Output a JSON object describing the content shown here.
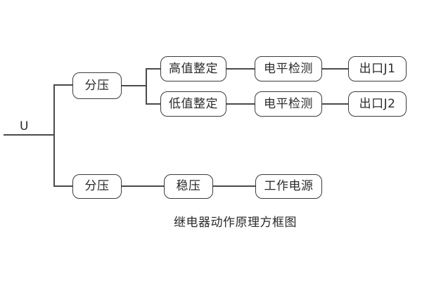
{
  "diagram": {
    "caption": "继电器动作原理方框图",
    "input": {
      "label": "U",
      "name": "input-voltage"
    },
    "colors": {
      "background": "#ffffff",
      "border": "#3b3b3b",
      "wire": "#4a4a4a",
      "text": "#2b2b2b"
    },
    "nodes": [
      {
        "id": "divider-measure",
        "label": "分压"
      },
      {
        "id": "high-setting",
        "label": "高值整定"
      },
      {
        "id": "low-setting",
        "label": "低值整定"
      },
      {
        "id": "level-detect-high",
        "label": "电平检测"
      },
      {
        "id": "level-detect-low",
        "label": "电平检测"
      },
      {
        "id": "output-j1",
        "label": "出口J1"
      },
      {
        "id": "output-j2",
        "label": "出口J2"
      },
      {
        "id": "divider-power",
        "label": "分压"
      },
      {
        "id": "regulator",
        "label": "稳压"
      },
      {
        "id": "work-supply",
        "label": "工作电源"
      }
    ]
  }
}
